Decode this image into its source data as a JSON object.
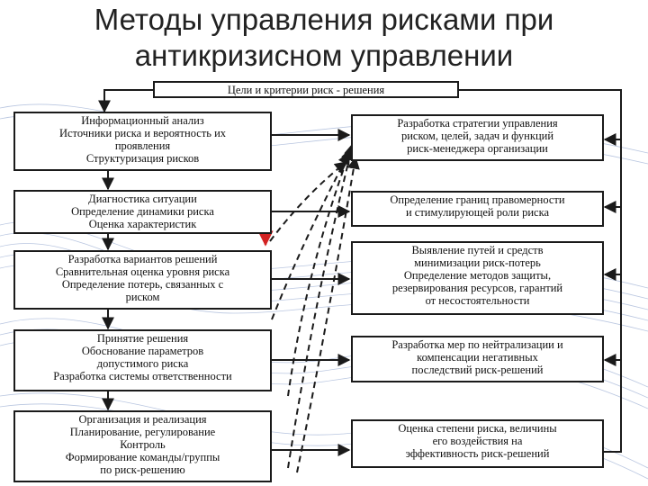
{
  "title": {
    "line1": "Методы управления рисками при",
    "line2": "антикризисном управлении"
  },
  "top_box": "Цели и критерии риск - решения",
  "left_boxes": [
    [
      "Информационный анализ",
      "Источники риска и вероятность их",
      "проявления",
      "Структуризация рисков"
    ],
    [
      "Диагностика ситуации",
      "Определение динамики риска",
      "Оценка характеристик"
    ],
    [
      "Разработка вариантов решений",
      "Сравнительная оценка уровня риска",
      "Определение потерь, связанных с",
      "риском"
    ],
    [
      "Принятие решения",
      "Обоснование параметров",
      "допустимого риска",
      "Разработка системы ответственности"
    ],
    [
      "Организация и реализация",
      "Планирование, регулирование",
      "Контроль",
      "Формирование команды/группы",
      "по риск-решению"
    ]
  ],
  "right_boxes": [
    [
      "Разработка стратегии управления",
      "риском, целей, задач и функций",
      "риск-менеджера организации"
    ],
    [
      "Определение границ правомерности",
      "и стимулирующей роли риска"
    ],
    [
      "Выявление путей и средств",
      "минимизации риск-потерь",
      "Определение методов защиты,",
      "резервирования ресурсов, гарантий",
      "от несостоятельности"
    ],
    [
      "Разработка мер по нейтрализации и",
      "компенсации негативных",
      "последствий риск-решений"
    ],
    [
      "Оценка степени риска, величины",
      "его воздействия на",
      "эффективность риск-решений"
    ]
  ],
  "colors": {
    "border": "#1a1a1a",
    "arrow": "#1a1a1a",
    "accent_arrow": "#d32222",
    "wave": "#3a5fa8"
  }
}
